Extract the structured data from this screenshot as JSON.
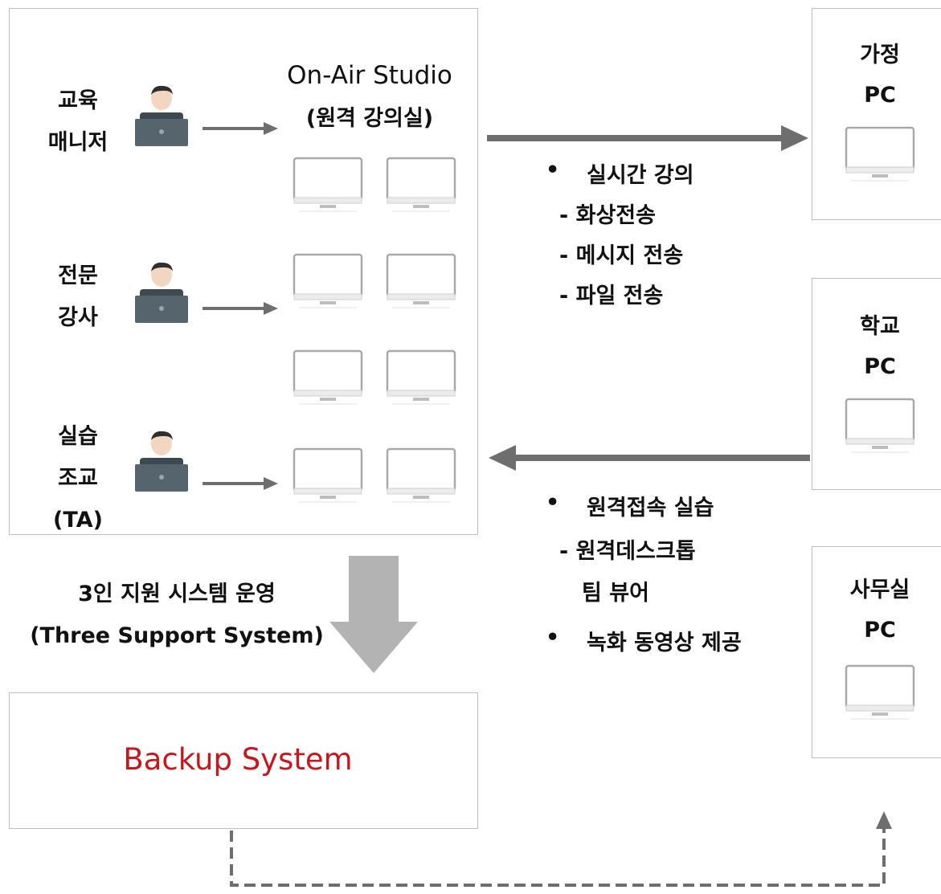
{
  "studio": {
    "title": "On-Air Studio",
    "subtitle": "(원격 강의실)",
    "roles": [
      {
        "line1": "교육",
        "line2": "매니저"
      },
      {
        "line1": "전문",
        "line2": "강사"
      },
      {
        "line1": "실습",
        "line2": "조교",
        "line3": "(TA)"
      }
    ]
  },
  "support": {
    "line1": "3인 지원 시스템 운영",
    "line2": "(Three Support System)"
  },
  "backup": {
    "label": "Backup System",
    "color": "#c8161d"
  },
  "realtime": {
    "bullet": "•",
    "title": "실시간 강의",
    "items": [
      "- 화상전송",
      "- 메시지 전송",
      "- 파일 전송"
    ]
  },
  "remote": {
    "bullet": "•",
    "title": "원격접속 실습",
    "items": [
      "- 원격데스크톱",
      "팀 뷰어"
    ]
  },
  "recorded": {
    "bullet": "•",
    "title": "녹화 동영상 제공"
  },
  "pcs": [
    {
      "line1": "가정",
      "line2": "PC"
    },
    {
      "line1": "학교",
      "line2": "PC"
    },
    {
      "line1": "사무실",
      "line2": "PC"
    }
  ],
  "colors": {
    "arrow": "#6e6e6e",
    "big_arrow": "#b3b3b3",
    "border": "#bdbdbd",
    "accent": "#c8161d"
  }
}
